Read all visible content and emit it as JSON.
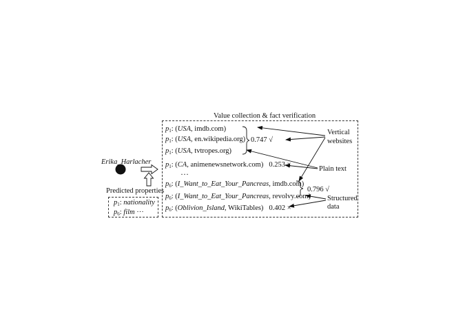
{
  "title": "Value  collection  & fact verification",
  "entity": "Erika_Harlacher",
  "predicted_label": "Predicted properties",
  "properties": [
    {
      "p": "p",
      "sub": "1",
      "sep": ": ",
      "name": "nationality"
    },
    {
      "p": "p",
      "sub": "6",
      "sep": ": ",
      "name": "film",
      "more": " ···"
    }
  ],
  "rows": [
    {
      "p": "p",
      "sub": "1",
      "open": ": (",
      "value": "USA",
      "source": ", imdb.com)",
      "suffix": ""
    },
    {
      "p": "p",
      "sub": "1",
      "open": ": (",
      "value": "USA",
      "source": ", en.wikipedia.org)",
      "suffix": ""
    },
    {
      "p": "p",
      "sub": "1",
      "open": ": (",
      "value": "USA",
      "source": ", tvtropes.org)",
      "suffix": ""
    },
    {
      "p": "p",
      "sub": "1",
      "open": ": (",
      "value": "CA",
      "source": ", animenewsnetwork.com)",
      "suffix": "0.253 ×"
    },
    {
      "p": "p",
      "sub": "6",
      "open": ": (",
      "value": "I_Want_to_Eat_Your_Pancreas",
      "source": ", imdb.com)",
      "suffix": ""
    },
    {
      "p": "p",
      "sub": "6",
      "open": ": (",
      "value": "I_Want_to_Eat_Your_Pancreas",
      "source": ", revolvy.com)",
      "suffix": ""
    },
    {
      "p": "p",
      "sub": "6",
      "open": ": (",
      "value": "Oblivion_Island",
      "source": ", WikiTables)",
      "suffix": "0.402 ×"
    }
  ],
  "ellipsis": "···",
  "group_scores": [
    "0.747  √",
    "0.796  √"
  ],
  "source_labels": {
    "vertical": [
      "Vertical",
      "websites"
    ],
    "plain": "Plain text",
    "structured": [
      "Structured",
      "data"
    ]
  }
}
